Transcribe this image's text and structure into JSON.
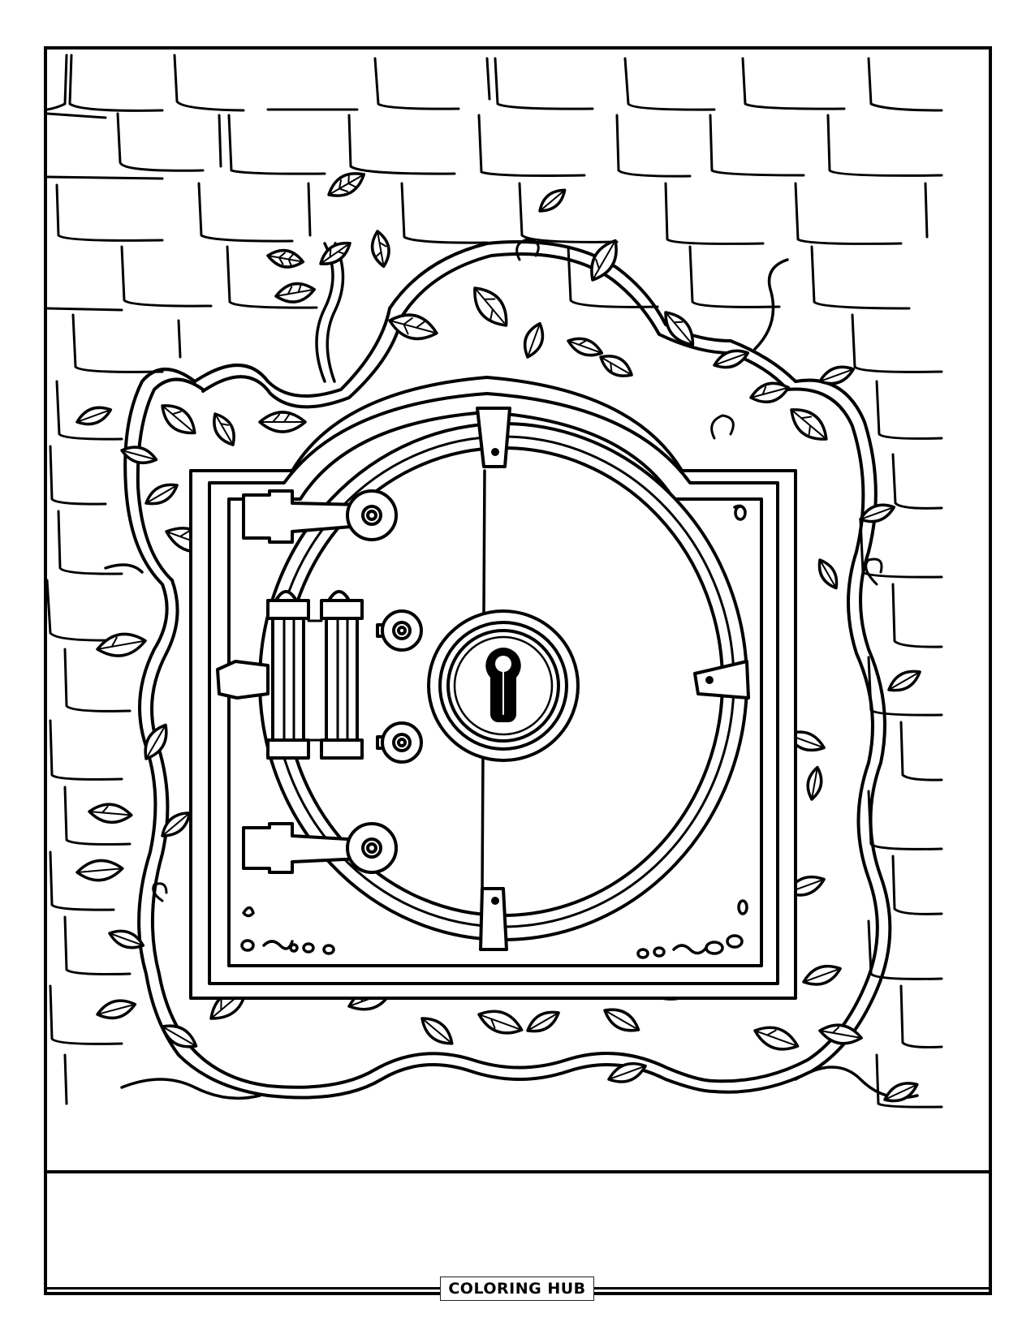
{
  "page": {
    "type": "coloring-page",
    "subject": "Vault door covered in climbing vines against a brick wall",
    "colors": {
      "ink": "#000000",
      "paper": "#ffffff"
    }
  },
  "illustration": {
    "elements": {
      "background": "brick-wall",
      "centerpiece": "round-vault-door",
      "decoration": "climbing-vines-with-leaves",
      "vault_parts": [
        "square-vault-frame",
        "circular-door",
        "center-split-line",
        "keyhole-dial",
        "top-hinge-arm",
        "bottom-hinge-arm",
        "double-bolt-handle",
        "latch-tab-left",
        "latch-tab-right",
        "top-clasp",
        "bottom-clasp",
        "rivets"
      ]
    },
    "corner_marks": {
      "top_right": "o",
      "bottom_left_row": "o.no.o",
      "bottom_right_row": "oo.oo.o"
    }
  },
  "footer": {
    "brand_label": "COLORING HUB"
  }
}
